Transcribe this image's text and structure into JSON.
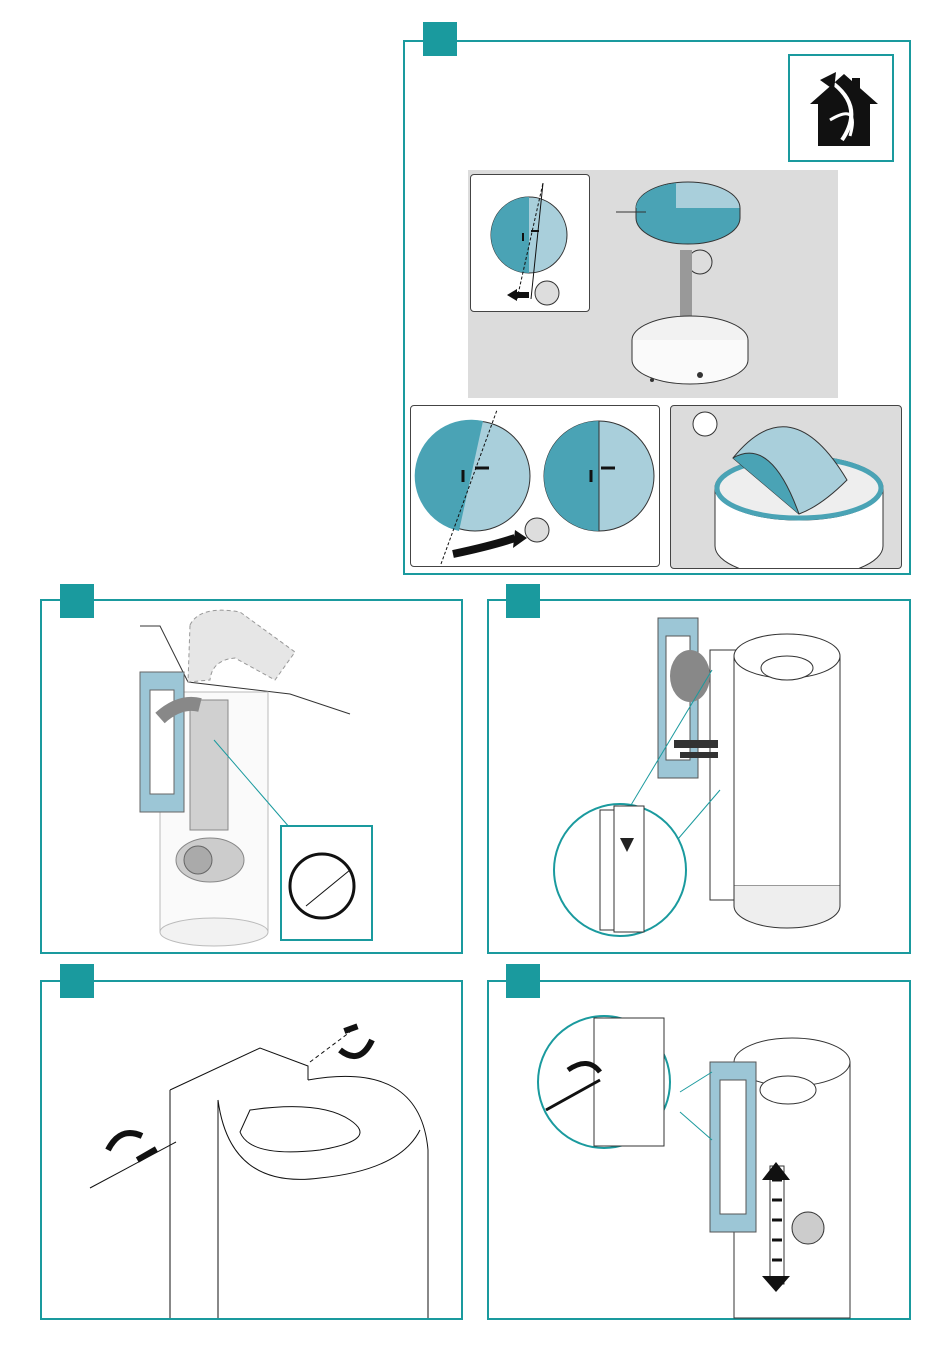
{
  "colors": {
    "frame": "#1a9a9e",
    "filter_dark": "#4aa3b5",
    "filter_light": "#a9cfdb",
    "bracket": "#9cc6d6",
    "panel_gray": "#dcdcdc"
  },
  "icons": {
    "house_badge": "house-recirculation-icon"
  },
  "steps": [
    {
      "id": "step-filter-install"
    },
    {
      "id": "step-duct-connection"
    },
    {
      "id": "step-bracket-fit"
    },
    {
      "id": "step-screw-fixing"
    },
    {
      "id": "step-height-adjust"
    }
  ]
}
